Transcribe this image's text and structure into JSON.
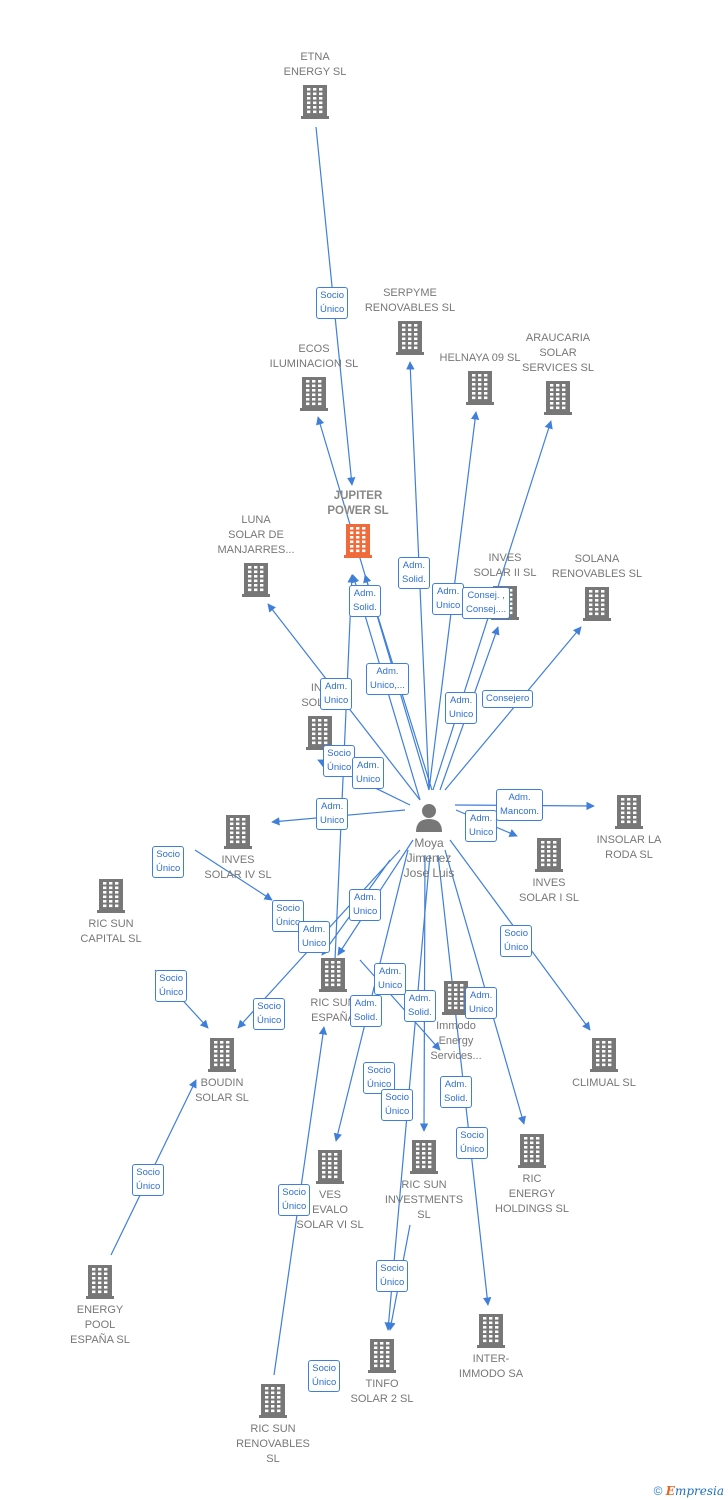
{
  "colors": {
    "edge": "#3f7fd9",
    "building": "#777777",
    "focus": "#f06a3a",
    "person": "#777777"
  },
  "person": {
    "label": "Moya\nJimenez\nJose Luis",
    "icon": "person-icon"
  },
  "companies": [
    {
      "id": "etna",
      "label": "ETNA\nENERGY  SL"
    },
    {
      "id": "serpyme",
      "label": "SERPYME\nRENOVABLES SL"
    },
    {
      "id": "ecos",
      "label": "ECOS\nILUMINACION SL"
    },
    {
      "id": "helnaya",
      "label": "HELNAYA 09 SL"
    },
    {
      "id": "araucaria",
      "label": "ARAUCARIA\nSOLAR\nSERVICES SL"
    },
    {
      "id": "jupiter",
      "label": "JUPITER\nPOWER  SL",
      "focus": true
    },
    {
      "id": "luna",
      "label": "LUNA\nSOLAR DE\nMANJARRES..."
    },
    {
      "id": "invesii",
      "label": "INVES\nSOLAR II SL"
    },
    {
      "id": "solana",
      "label": "SOLANA\nRENOVABLES SL"
    },
    {
      "id": "invesiii",
      "label": "INV\nSOLAR"
    },
    {
      "id": "insolar",
      "label": "INSOLAR LA\nRODA  SL"
    },
    {
      "id": "invesiv",
      "label": "INVES\nSOLAR IV SL"
    },
    {
      "id": "invesi",
      "label": "INVES\nSOLAR I SL"
    },
    {
      "id": "ricsuncap",
      "label": "RIC SUN\nCAPITAL  SL"
    },
    {
      "id": "ricsunesp",
      "label": "RIC SUN\nESPAÑA"
    },
    {
      "id": "immodo",
      "label": "Immodo\nEnergy\nServices..."
    },
    {
      "id": "climual",
      "label": "CLIMUAL SL"
    },
    {
      "id": "boudin",
      "label": "BOUDIN\nSOLAR SL"
    },
    {
      "id": "invesvi",
      "label": "VES\nEVALO\nSOLAR VI SL"
    },
    {
      "id": "ricsuninv",
      "label": "RIC SUN\nINVESTMENTS\nSL"
    },
    {
      "id": "ricenergy",
      "label": "RIC\nENERGY\nHOLDINGS  SL"
    },
    {
      "id": "energypool",
      "label": "ENERGY\nPOOL\nESPAÑA  SL"
    },
    {
      "id": "intermmodo",
      "label": "INTER-\nIMMODO SA"
    },
    {
      "id": "tinfo",
      "label": "TINFO\nSOLAR 2 SL"
    },
    {
      "id": "ricsunren",
      "label": "RIC SUN\nRENOVABLES\nSL"
    }
  ],
  "relations": [
    "Socio\nÚnico",
    "Adm.\nSolid.",
    "Adm.\nUnico",
    "Consej. ,\nConsej....",
    "Adm.\nSolid.",
    "Adm.\nUnico,...",
    "Adm.\nUnico",
    "Adm.\nUnico",
    "Consejero",
    "Socio\nÚnico",
    "Adm.\nUnico",
    "Adm.\nUnico",
    "Adm.\nMancom.",
    "Adm.\nUnico",
    "Socio\nÚnico",
    "Socio\nÚnico",
    "Adm.\nUnico",
    "Socio\nÚnico",
    "Adm.\nUnico",
    "Socio\nÚnico",
    "Adm.\nSolid.",
    "Adm.\nSolid.",
    "Adm.\nUnico",
    "Adm.\nUnico",
    "Socio\nÚnico",
    "Socio\nÚnico",
    "Adm.\nSolid.",
    "Socio\nÚnico",
    "Socio\nÚnico",
    "Socio\nÚnico",
    "Socio\nÚnico",
    "Socio\nÚnico",
    "Socio\nÚnico"
  ],
  "footer": {
    "copyright": "©",
    "brand": "mpresia",
    "brand_initial": "E"
  }
}
